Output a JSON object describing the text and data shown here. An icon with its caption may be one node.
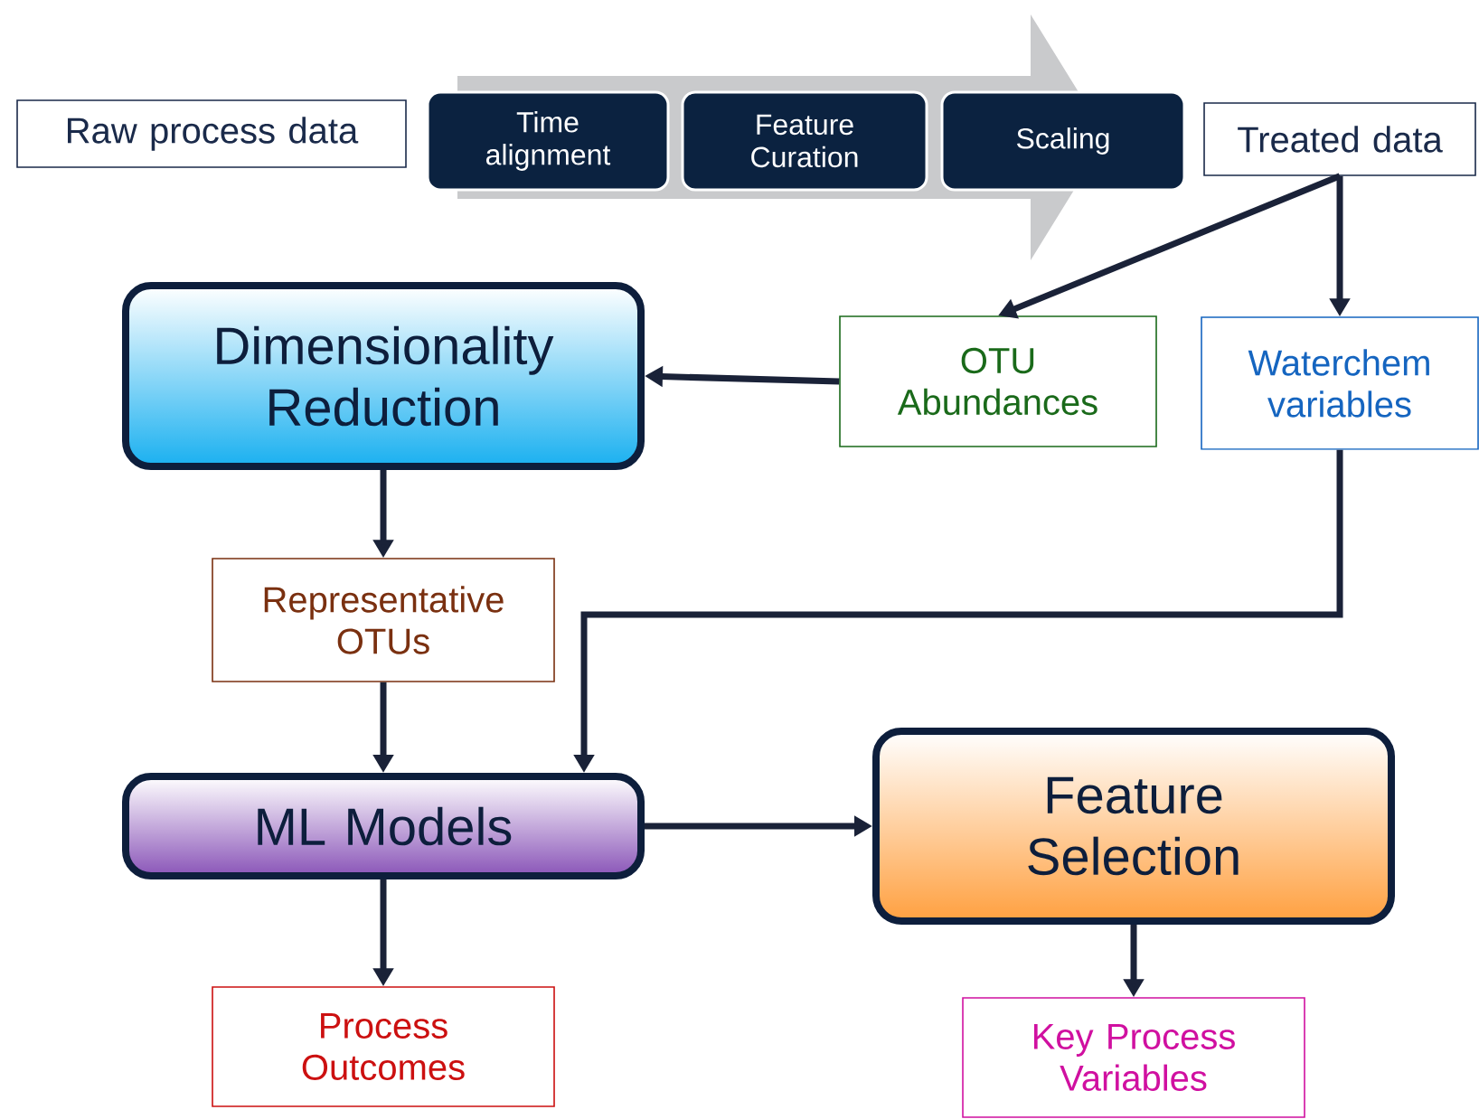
{
  "diagram": {
    "nodes": [
      {
        "text": [
          "Raw process data"
        ]
      },
      {
        "text": [
          "Time alignment"
        ]
      },
      {
        "text": [
          "Feature Curation"
        ]
      },
      {
        "text": [
          "Scaling"
        ]
      },
      {
        "text": [
          "Treated data"
        ]
      },
      {
        "text": [
          "Dimensionality Reduction"
        ]
      },
      {
        "text": [
          "OTU Abundances"
        ]
      },
      {
        "text": [
          "Waterchem variables"
        ]
      },
      {
        "text": [
          "Representative OTUs"
        ]
      },
      {
        "text": [
          "ML Models"
        ]
      },
      {
        "text": [
          "Feature Selection"
        ]
      },
      {
        "text": [
          "Process Outcomes"
        ]
      },
      {
        "text": [
          "Key Process Variables"
        ]
      }
    ],
    "edges": [
      {
        "from": 4,
        "to": 6,
        "arrow": "to"
      },
      {
        "from": 4,
        "to": 7,
        "arrow": "to"
      },
      {
        "from": 6,
        "to": 5,
        "arrow": "to"
      },
      {
        "from": 5,
        "to": 8,
        "arrow": "to"
      },
      {
        "from": 8,
        "to": 9,
        "arrow": "to"
      },
      {
        "from": 7,
        "to": 9,
        "arrow": "to"
      },
      {
        "from": 9,
        "to": 10,
        "arrow": "to"
      },
      {
        "from": 9,
        "to": 11,
        "arrow": "to"
      },
      {
        "from": 10,
        "to": 12,
        "arrow": "to"
      }
    ]
  }
}
